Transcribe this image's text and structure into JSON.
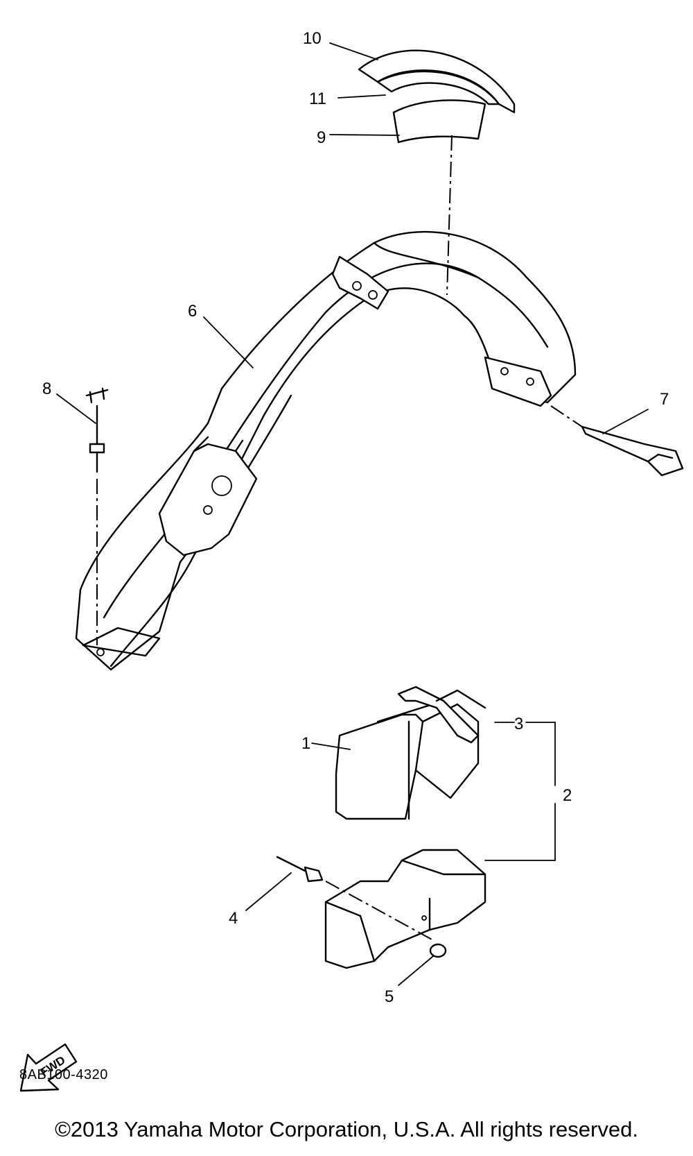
{
  "diagram": {
    "callouts": [
      {
        "num": "10"
      },
      {
        "num": "11"
      },
      {
        "num": "9"
      },
      {
        "num": "6"
      },
      {
        "num": "8"
      },
      {
        "num": "7"
      },
      {
        "num": "3"
      },
      {
        "num": "1"
      },
      {
        "num": "2"
      },
      {
        "num": "4"
      },
      {
        "num": "5"
      }
    ],
    "fwd_label": "FWD"
  },
  "footer": {
    "part_code": "8AB100-4320",
    "copyright": "©2013 Yamaha Motor Corporation, U.S.A. All rights reserved."
  }
}
